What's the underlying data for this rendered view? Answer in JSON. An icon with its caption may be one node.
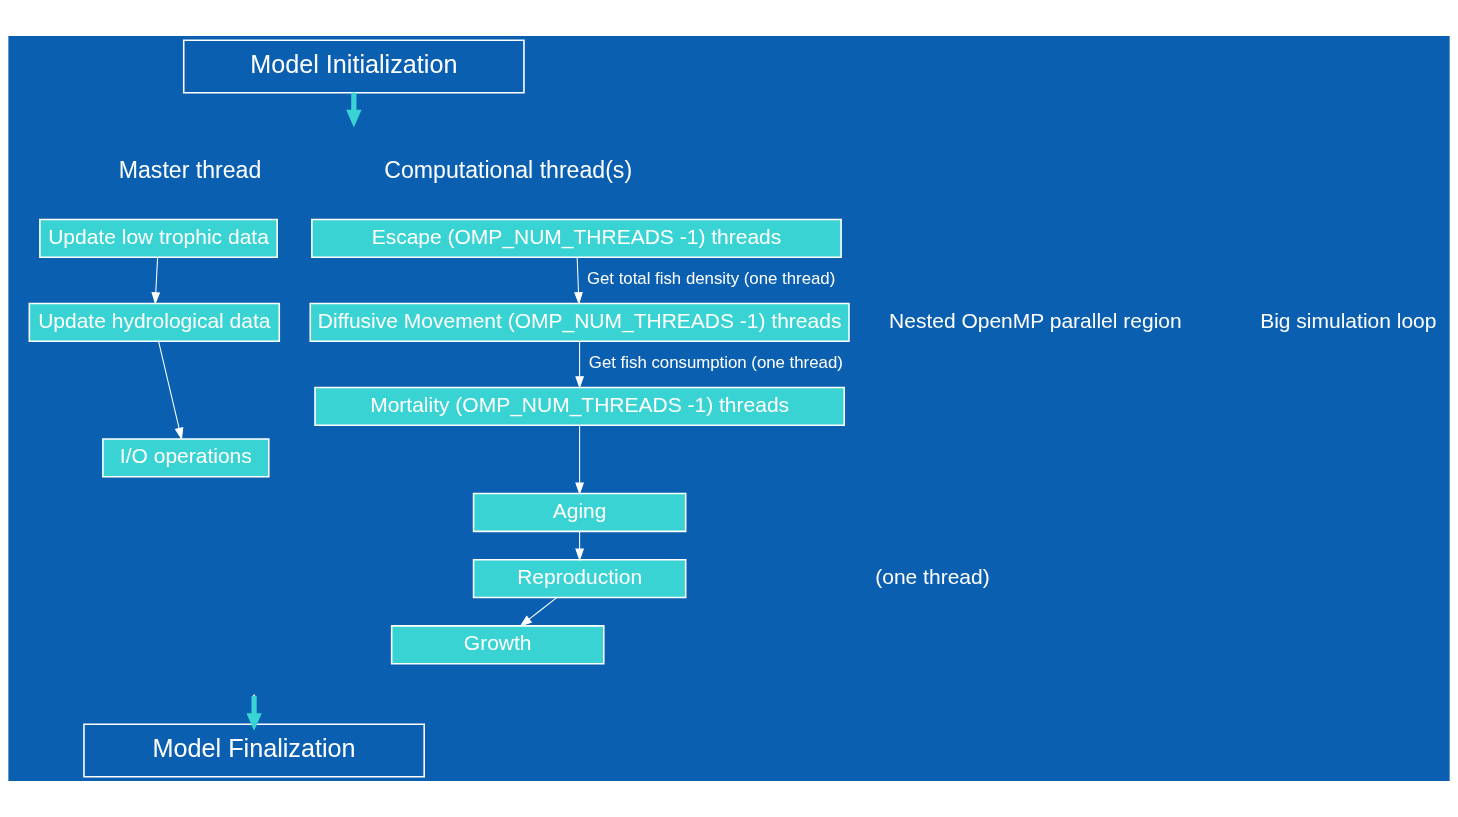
{
  "diagram": {
    "nodes": [
      {
        "text": [
          "Model Initialization"
        ]
      },
      {
        "text": [
          "Update low trophic data"
        ]
      },
      {
        "text": [
          "Update hydrological data"
        ]
      },
      {
        "text": [
          "I/O operations"
        ]
      },
      {
        "text": [
          "Escape (OMP_NUM_THREADS -1) threads"
        ]
      },
      {
        "text": [
          "Diffusive Movement (OMP_NUM_THREADS -1) threads"
        ]
      },
      {
        "text": [
          "Mortality (OMP_NUM_THREADS -1) threads"
        ]
      },
      {
        "text": [
          "Aging"
        ]
      },
      {
        "text": [
          "Reproduction"
        ]
      },
      {
        "text": [
          "Growth"
        ]
      },
      {
        "text": [
          "Model Finalization"
        ]
      }
    ],
    "edges": [
      {
        "from": 0,
        "to": null,
        "arrow": "to",
        "style": "thick",
        "color": "#3ad3d3"
      },
      {
        "from": 1,
        "to": 2,
        "arrow": "to"
      },
      {
        "from": 2,
        "to": 3,
        "arrow": "to"
      },
      {
        "from": 4,
        "to": 5,
        "arrow": "to",
        "label": "Get total fish density (one thread)"
      },
      {
        "from": 5,
        "to": 6,
        "arrow": "to",
        "label": "Get fish consumption (one thread)"
      },
      {
        "from": 6,
        "to": 7,
        "arrow": "to"
      },
      {
        "from": 7,
        "to": 8,
        "arrow": "to"
      },
      {
        "from": 8,
        "to": 9,
        "arrow": "to"
      },
      {
        "from": null,
        "to": 10,
        "arrow": "to",
        "style": "thick",
        "color": "#3ad3d3"
      }
    ],
    "labels": [
      "Master thread",
      "Computational thread(s)",
      "Big simulation loop",
      "Nested OpenMP parallel region",
      "(one thread)"
    ]
  }
}
